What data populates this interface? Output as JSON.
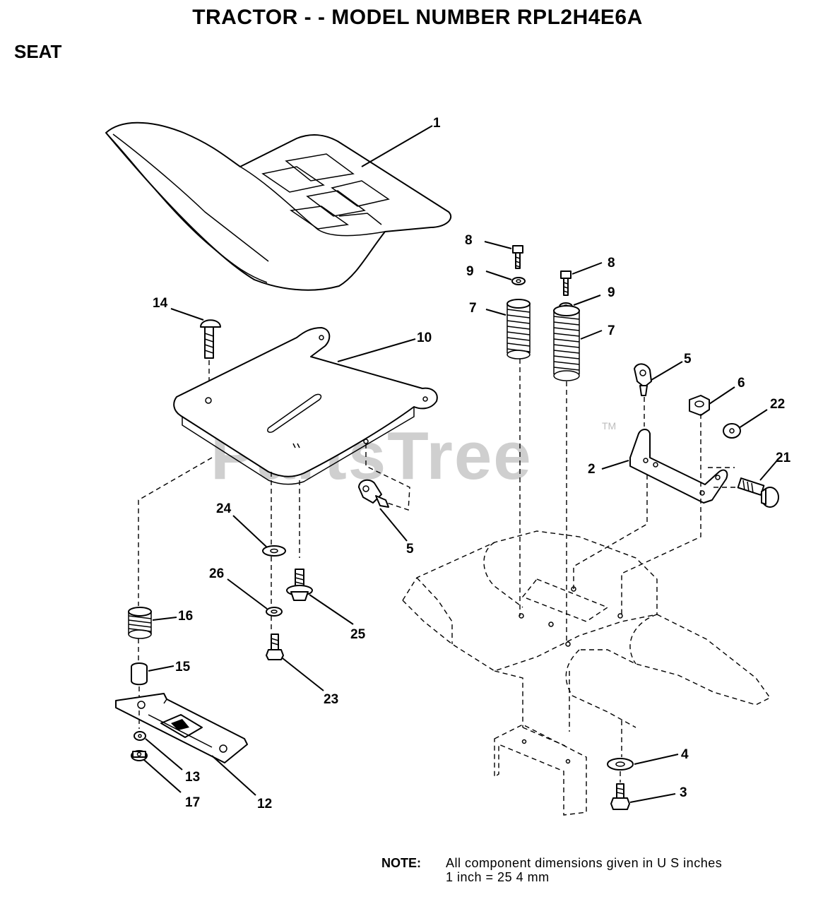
{
  "header": {
    "title": "TRACTOR - - MODEL NUMBER RPL2H4E6A",
    "section": "SEAT"
  },
  "watermark": {
    "text": "PartsTree",
    "trademark": "TM"
  },
  "callouts": {
    "c1": "1",
    "c8a": "8",
    "c8b": "8",
    "c9a": "9",
    "c9b": "9",
    "c7a": "7",
    "c7b": "7",
    "c14": "14",
    "c10": "10",
    "c5a": "5",
    "c5b": "5",
    "c6": "6",
    "c22": "22",
    "c2": "2",
    "c21": "21",
    "c24": "24",
    "c26": "26",
    "c25": "25",
    "c16": "16",
    "c15": "15",
    "c23": "23",
    "c13": "13",
    "c17": "17",
    "c12": "12",
    "c4": "4",
    "c3": "3"
  },
  "note": {
    "label": "NOTE:",
    "line1": "All component dimensions given in U S  inches",
    "line2": "1 inch = 25 4 mm"
  }
}
